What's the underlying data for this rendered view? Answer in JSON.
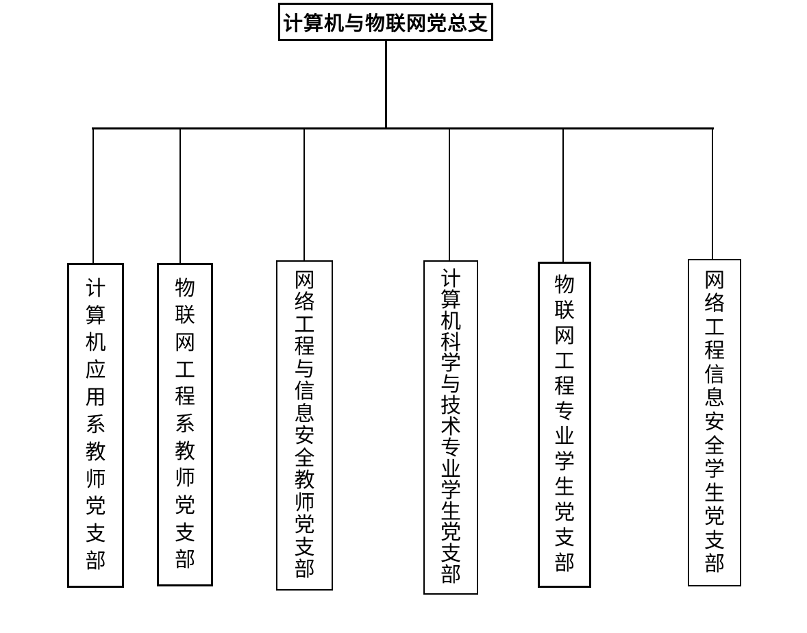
{
  "diagram": {
    "type": "org-chart",
    "root": {
      "label": "计算机与物联网党总支"
    },
    "branches": [
      {
        "label": "计算机应用系教师党支部"
      },
      {
        "label": "物联网工程系教师党支部"
      },
      {
        "label": "网络工程与信息安全教师党支部"
      },
      {
        "label": "计算机科学与技术专业学生党支部"
      },
      {
        "label": "物联网工程专业学生党支部"
      },
      {
        "label": "网络工程信息安全学生党支部"
      }
    ],
    "colors": {
      "line": "#000000",
      "box_border": "#000000",
      "text": "#000000",
      "background": "#ffffff"
    }
  }
}
